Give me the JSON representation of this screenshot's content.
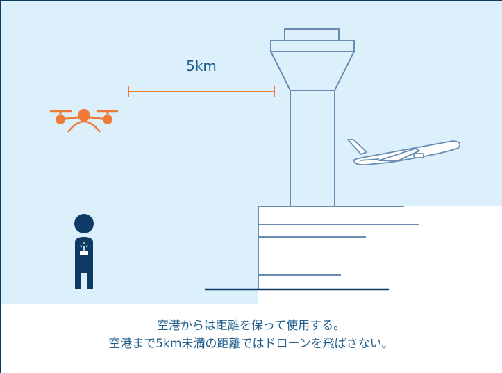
{
  "distance_label": "5km",
  "caption": {
    "line1": "空港からは距離を保って使用する。",
    "line2": "空港まで5km未満の距離ではドローンを飛ばさない。"
  },
  "colors": {
    "sky": "#dcf0fb",
    "line": "#6a8cb3",
    "accent": "#f07a3a",
    "navy": "#0d3b66",
    "text": "#1f5e8c"
  },
  "icons": [
    "drone-icon",
    "person-with-controller-icon",
    "airplane-icon",
    "control-tower-icon"
  ]
}
